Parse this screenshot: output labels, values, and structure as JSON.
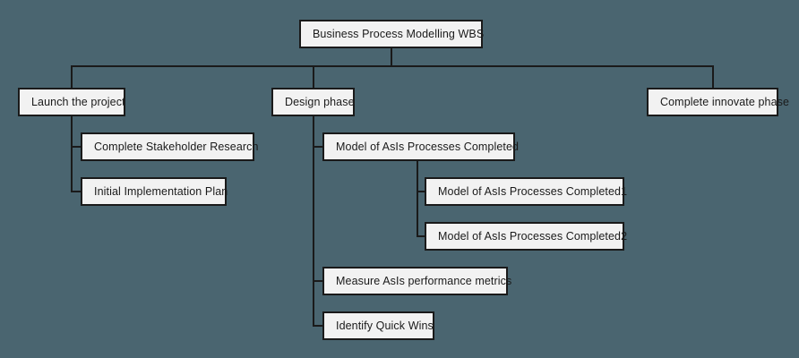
{
  "diagram": {
    "title": "Business Process Modelling WBS",
    "type": "work-breakdown-structure",
    "background_color": "#4a6570",
    "node_fill_color": "#f2f2f2",
    "node_border_color": "#1a1a1a",
    "connector_color": "#1a1a1a"
  },
  "nodes": {
    "root": {
      "label": "Business Process Modelling WBS"
    },
    "launch": {
      "label": "Launch the project"
    },
    "design": {
      "label": "Design phase"
    },
    "innovate": {
      "label": "Complete innovate phase"
    },
    "stakeholder": {
      "label": "Complete Stakeholder Research"
    },
    "implementation": {
      "label": "Initial Implementation Plan"
    },
    "asis_model": {
      "label": "Model of AsIs Processes Completed"
    },
    "asis_model_1": {
      "label": "Model of AsIs Processes Completed1"
    },
    "asis_model_2": {
      "label": "Model of AsIs Processes Completed2"
    },
    "measure": {
      "label": "Measure AsIs performance metrics"
    },
    "quickwins": {
      "label": "Identify Quick Wins"
    }
  }
}
